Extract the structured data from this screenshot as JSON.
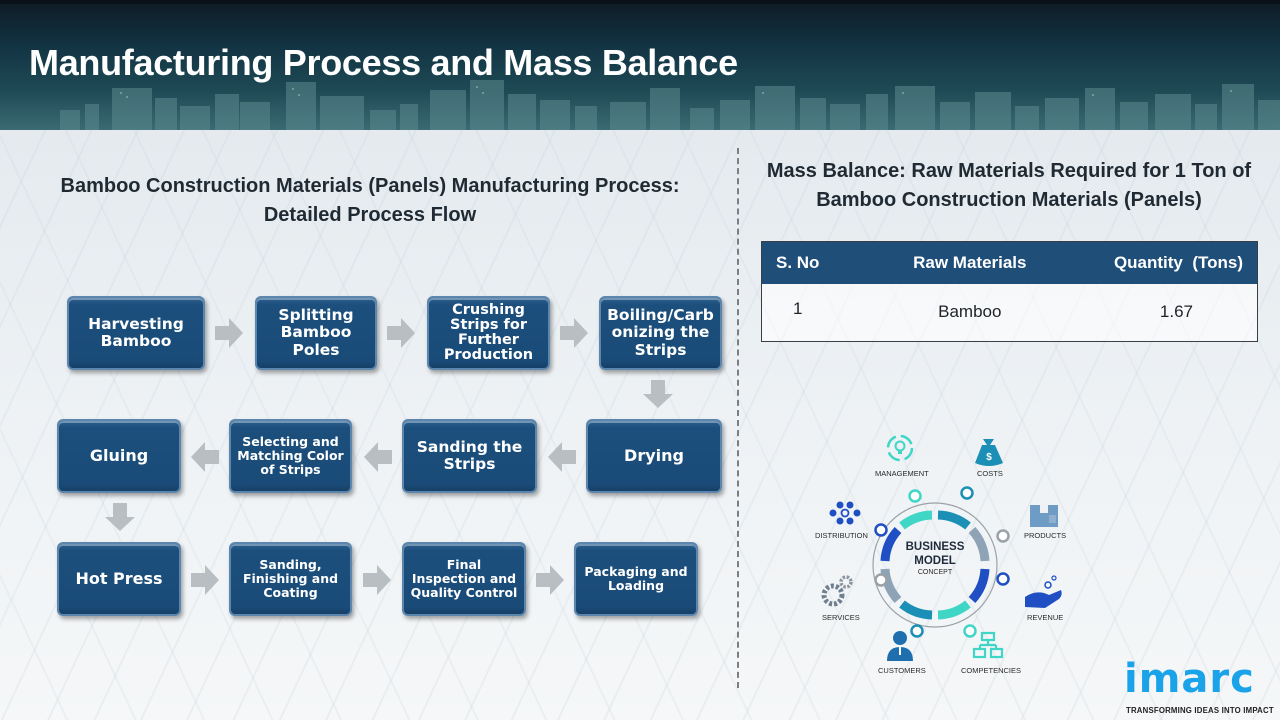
{
  "header": {
    "title": "Manufacturing Process and Mass Balance"
  },
  "process_flow": {
    "heading_line1": "Bamboo Construction Materials (Panels) Manufacturing Process:",
    "heading_line2": "Detailed Process Flow",
    "steps": [
      {
        "order": 1,
        "label": "Harvesting Bamboo"
      },
      {
        "order": 2,
        "label": "Splitting Bamboo Poles"
      },
      {
        "order": 3,
        "label": "Crushing Strips for Further Production"
      },
      {
        "order": 4,
        "label": "Boiling/Carbonizing the Strips"
      },
      {
        "order": 5,
        "label": "Drying"
      },
      {
        "order": 6,
        "label": "Sanding the Strips"
      },
      {
        "order": 7,
        "label": "Selecting and Matching Color of Strips"
      },
      {
        "order": 8,
        "label": "Gluing"
      },
      {
        "order": 9,
        "label": "Hot Press"
      },
      {
        "order": 10,
        "label": "Sanding, Finishing and Coating"
      },
      {
        "order": 11,
        "label": "Final Inspection and Quality Control"
      },
      {
        "order": 12,
        "label": "Packaging and Loading"
      }
    ]
  },
  "mass_balance": {
    "heading_line1": "Mass Balance: Raw Materials Required for 1 Ton of",
    "heading_line2": "Bamboo Construction Materials (Panels)",
    "columns": [
      "S. No",
      "Raw Materials",
      "Quantity  (Tons)"
    ],
    "rows": [
      {
        "sno": "1",
        "material": "Bamboo",
        "quantity": "1.67"
      }
    ]
  },
  "business_model": {
    "center_line1": "BUSINESS",
    "center_line2": "MODEL",
    "center_line3": "CONCEPT",
    "labels": {
      "management": "MANAGEMENT",
      "costs": "COSTS",
      "distribution": "DISTRIBUTION",
      "products": "PRODUCTS",
      "services": "SERVICES",
      "revenue": "REVENUE",
      "customers": "CUSTOMERS",
      "competencies": "COMPETENCIES"
    }
  },
  "logo": {
    "name": "imarc",
    "tagline": "TRANSFORMING IDEAS INTO IMPACT",
    "color": "#1aa3e8"
  },
  "colors": {
    "step_box": "#1a4b78",
    "table_header": "#1f4e79",
    "header_bg": "#123343"
  }
}
